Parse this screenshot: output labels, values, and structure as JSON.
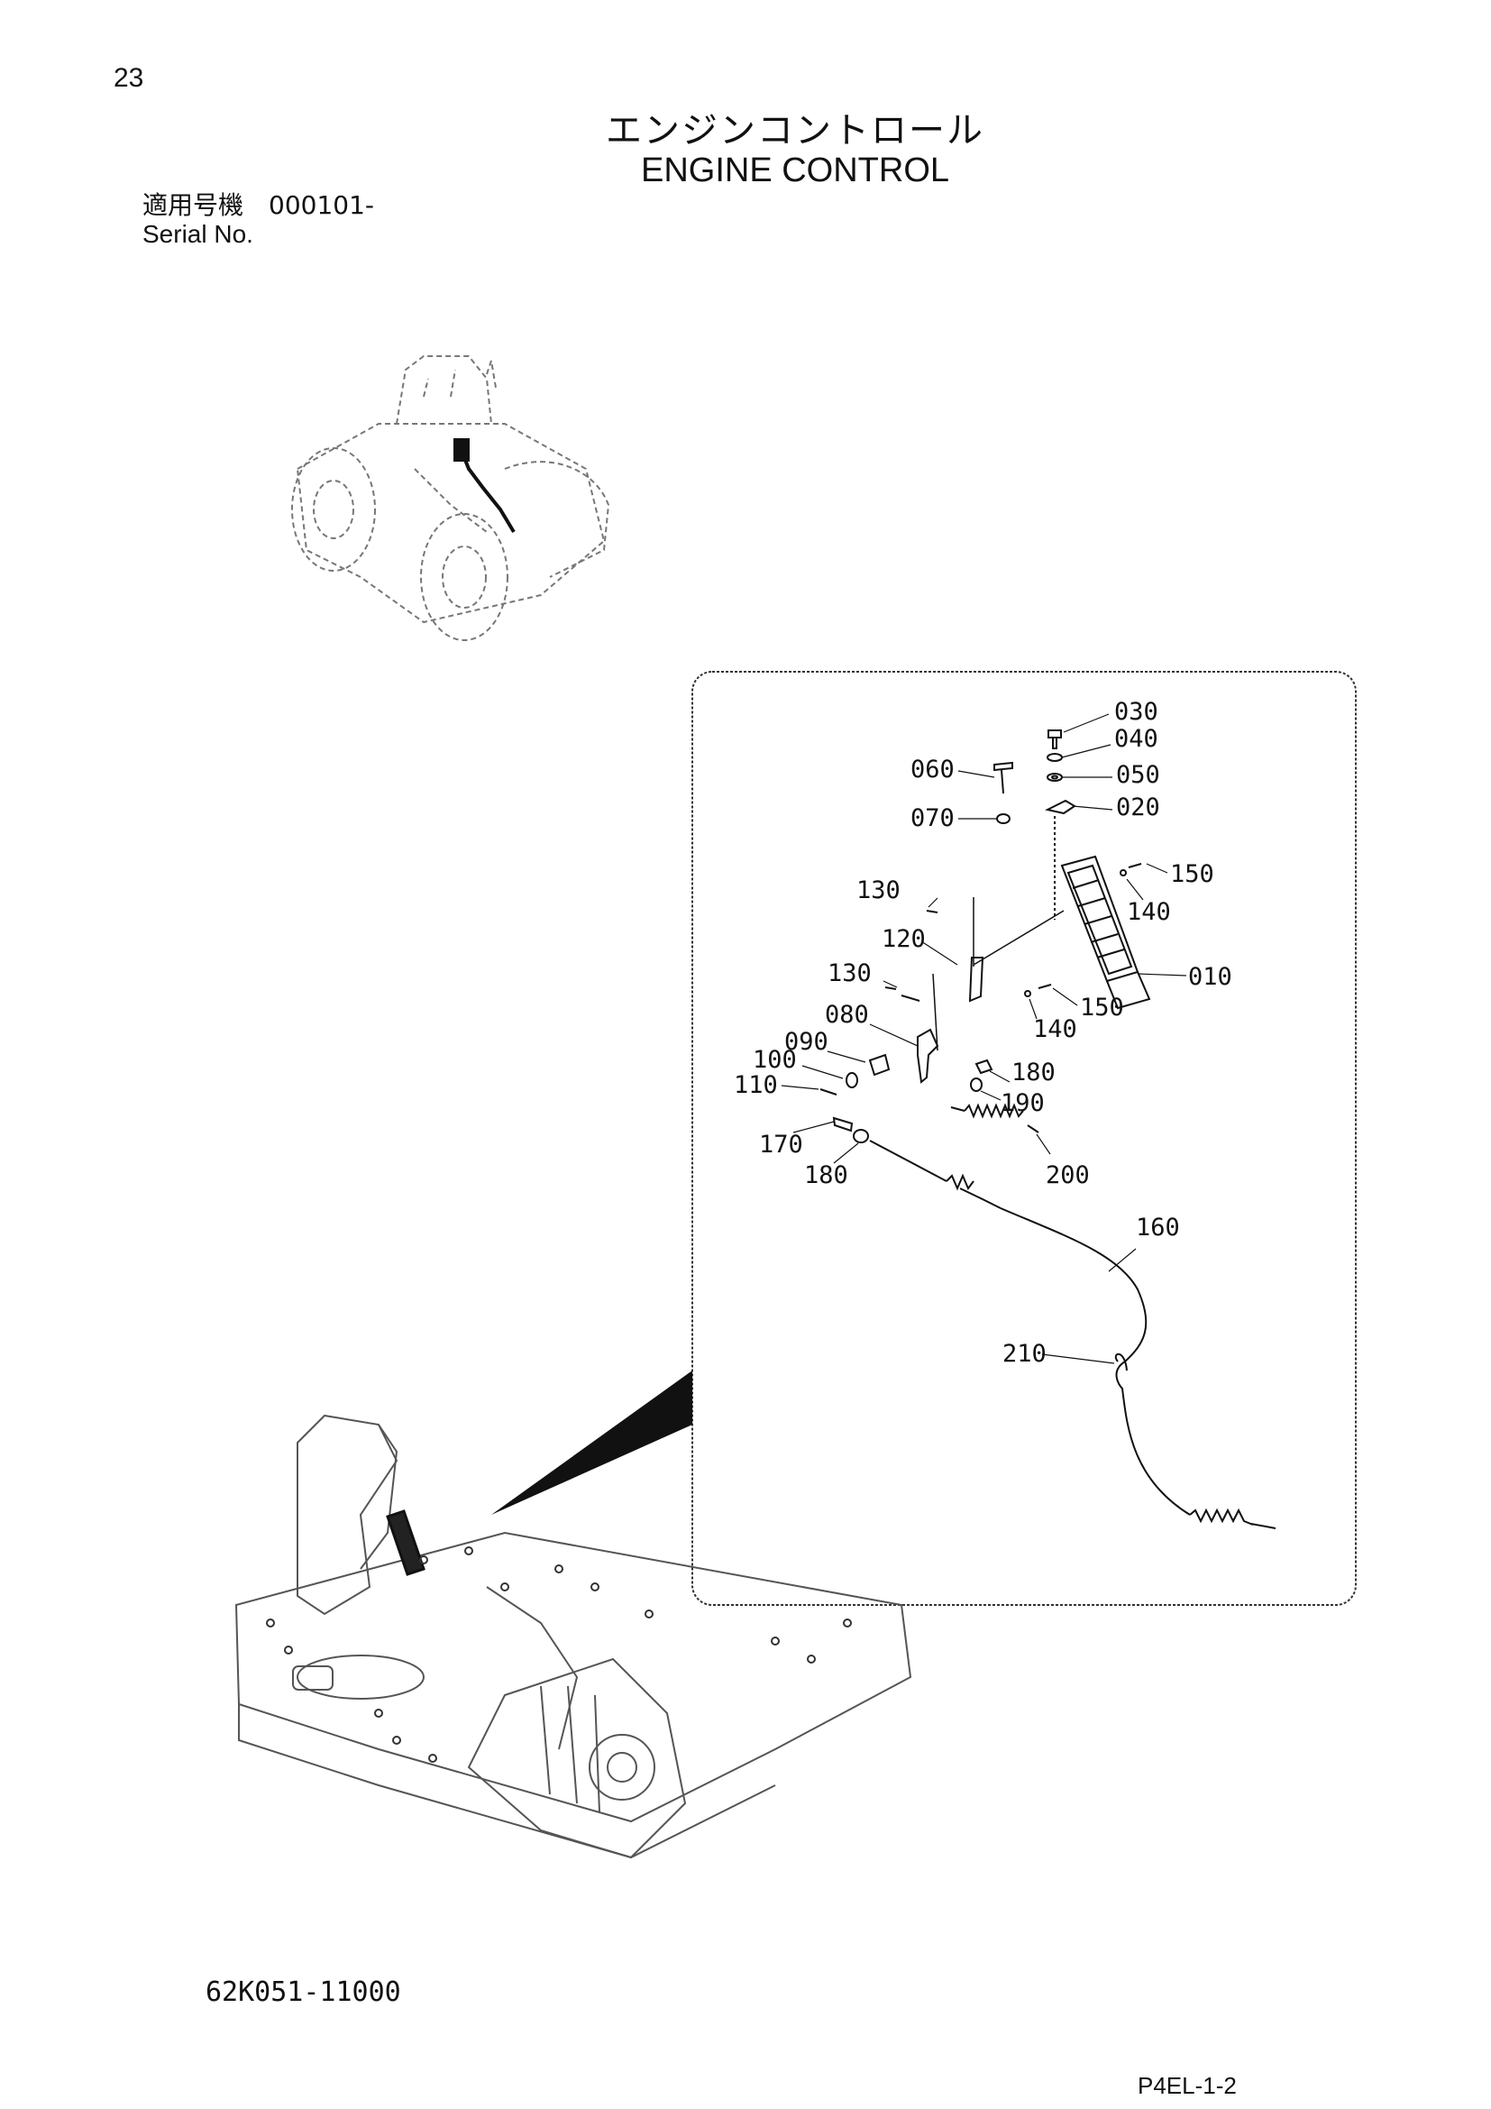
{
  "page": {
    "number": "23",
    "title_jp": "エンジンコントロール",
    "title_en": "ENGINE CONTROL",
    "serial_label_jp": "適用号機　000101-",
    "serial_label_en": "Serial No.",
    "part_code": "62K051-11000",
    "page_ref": "P4EL-1-2"
  },
  "callouts": [
    "030",
    "040",
    "050",
    "020",
    "060",
    "070",
    "150",
    "140",
    "130",
    "120",
    "010",
    "130",
    "150",
    "080",
    "140",
    "090",
    "100",
    "180",
    "110",
    "190",
    "170",
    "200",
    "180",
    "160",
    "210"
  ]
}
